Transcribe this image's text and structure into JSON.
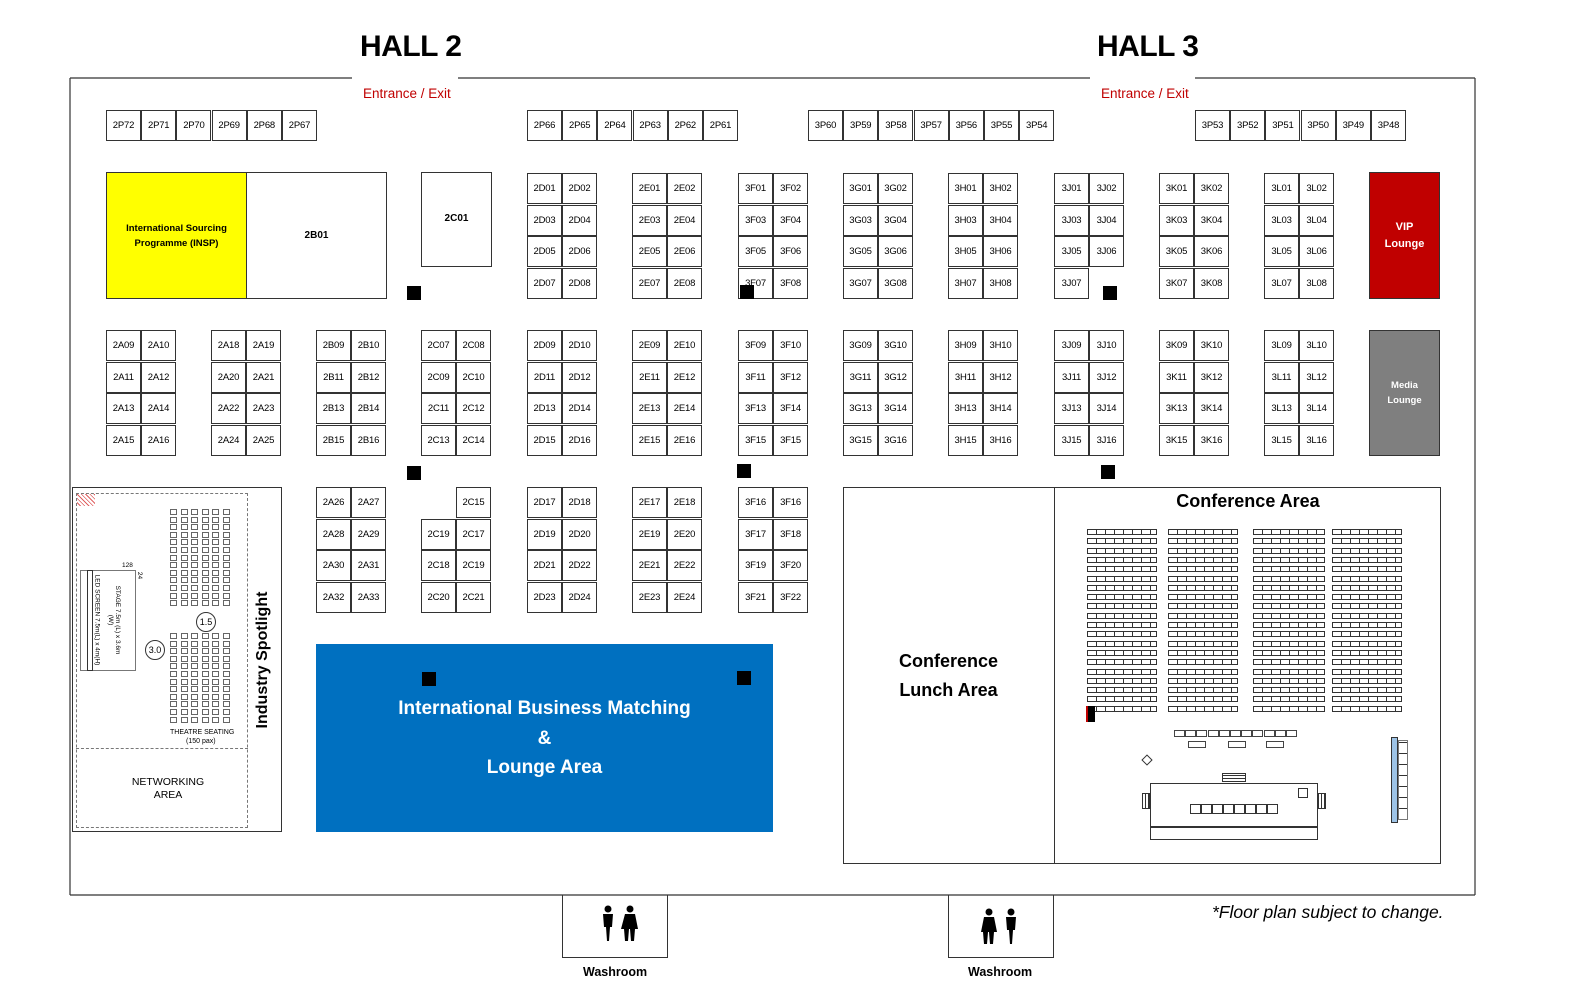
{
  "halls": [
    {
      "id": "hall2",
      "title": "HALL 2",
      "entrance": "Entrance / Exit"
    },
    {
      "id": "hall3",
      "title": "HALL 3",
      "entrance": "Entrance / Exit"
    }
  ],
  "top_rows": [
    [
      "2P72",
      "2P71",
      "2P70",
      "2P69",
      "2P68",
      "2P67"
    ],
    [
      "2P66",
      "2P65",
      "2P64",
      "2P63",
      "2P62",
      "2P61"
    ],
    [
      "3P60",
      "3P59",
      "3P58",
      "3P57",
      "3P56",
      "3P55",
      "3P54"
    ],
    [
      "3P53",
      "3P52",
      "3P51",
      "3P50",
      "3P49",
      "3P48"
    ]
  ],
  "upper_blocks": [
    [
      "2D01",
      "2D02",
      "2D03",
      "2D04",
      "2D05",
      "2D06",
      "2D07",
      "2D08"
    ],
    [
      "2E01",
      "2E02",
      "2E03",
      "2E04",
      "2E05",
      "2E06",
      "2E07",
      "2E08"
    ],
    [
      "3F01",
      "3F02",
      "3F03",
      "3F04",
      "3F05",
      "3F06",
      "3F07",
      "3F08"
    ],
    [
      "3G01",
      "3G02",
      "3G03",
      "3G04",
      "3G05",
      "3G06",
      "3G07",
      "3G08"
    ],
    [
      "3H01",
      "3H02",
      "3H03",
      "3H04",
      "3H05",
      "3H06",
      "3H07",
      "3H08"
    ],
    [
      "3J01",
      "3J02",
      "3J03",
      "3J04",
      "3J05",
      "3J06",
      "3J07",
      ""
    ],
    [
      "3K01",
      "3K02",
      "3K03",
      "3K04",
      "3K05",
      "3K06",
      "3K07",
      "3K08"
    ],
    [
      "3L01",
      "3L02",
      "3L03",
      "3L04",
      "3L05",
      "3L06",
      "3L07",
      "3L08"
    ]
  ],
  "middle_blocks": [
    [
      "2A09",
      "2A10",
      "2A11",
      "2A12",
      "2A13",
      "2A14",
      "2A15",
      "2A16"
    ],
    [
      "2A18",
      "2A19",
      "2A20",
      "2A21",
      "2A22",
      "2A23",
      "2A24",
      "2A25"
    ],
    [
      "2B09",
      "2B10",
      "2B11",
      "2B12",
      "2B13",
      "2B14",
      "2B15",
      "2B16"
    ],
    [
      "2C07",
      "2C08",
      "2C09",
      "2C10",
      "2C11",
      "2C12",
      "2C13",
      "2C14"
    ],
    [
      "2D09",
      "2D10",
      "2D11",
      "2D12",
      "2D13",
      "2D14",
      "2D15",
      "2D16"
    ],
    [
      "2E09",
      "2E10",
      "2E11",
      "2E12",
      "2E13",
      "2E14",
      "2E15",
      "2E16"
    ],
    [
      "3F09",
      "3F10",
      "3F11",
      "3F12",
      "3F13",
      "3F14",
      "3F15",
      "3F15"
    ],
    [
      "3G09",
      "3G10",
      "3G11",
      "3G12",
      "3G13",
      "3G14",
      "3G15",
      "3G16"
    ],
    [
      "3H09",
      "3H10",
      "3H11",
      "3H12",
      "3H13",
      "3H14",
      "3H15",
      "3H16"
    ],
    [
      "3J09",
      "3J10",
      "3J11",
      "3J12",
      "3J13",
      "3J14",
      "3J15",
      "3J16"
    ],
    [
      "3K09",
      "3K10",
      "3K11",
      "3K12",
      "3K13",
      "3K14",
      "3K15",
      "3K16"
    ],
    [
      "3L09",
      "3L10",
      "3L11",
      "3L12",
      "3L13",
      "3L14",
      "3L15",
      "3L16"
    ]
  ],
  "lower_blocks": [
    [
      "2A26",
      "2A27",
      "2A28",
      "2A29",
      "2A30",
      "2A31",
      "2A32",
      "2A33"
    ],
    [
      "",
      "2C15",
      "2C19",
      "2C17",
      "2C18",
      "2C19",
      "2C20",
      "2C21"
    ],
    [
      "2D17",
      "2D18",
      "2D19",
      "2D20",
      "2D21",
      "2D22",
      "2D23",
      "2D24"
    ],
    [
      "2E17",
      "2E18",
      "2E19",
      "2E20",
      "2E21",
      "2E22",
      "2E23",
      "2E24"
    ],
    [
      "3F16",
      "3F16",
      "3F17",
      "3F18",
      "3F19",
      "3F20",
      "3F21",
      "3F22"
    ]
  ],
  "areas": {
    "insp": "International Sourcing Programme (INSP)",
    "b2b01": "2B01",
    "c2c01": "2C01",
    "vip": "VIP Lounge",
    "media": "Media Lounge",
    "ibm_line1": "International Business Matching",
    "ibm_line2": "&",
    "ibm_line3": "Lounge Area",
    "industry_spotlight": "Industry Spotlight",
    "networking": "NETWORKING AREA",
    "theatre_seating": "THEATRE SEATING",
    "theatre_pax": "(150 pax)",
    "stage": "STAGE 7.5m (L) x 3.6m (W)",
    "led_screen": "LED SCREEN 7.5m(L) x 4m(H)",
    "dim_15": "1.5",
    "dim_30": "3.0",
    "dim_128": "128",
    "dim_24": "24",
    "conference_lunch_line1": "Conference",
    "conference_lunch_line2": "Lunch Area",
    "conference_area": "Conference Area"
  },
  "washrooms": [
    {
      "label": "Washroom"
    },
    {
      "label": "Washroom"
    }
  ],
  "note": "*Floor plan subject to change.",
  "colors": {
    "insp": "#ffff00",
    "vip": "#c00000",
    "media": "#7f7f7f",
    "ibm": "#0070c0",
    "entrance": "#c00000"
  }
}
